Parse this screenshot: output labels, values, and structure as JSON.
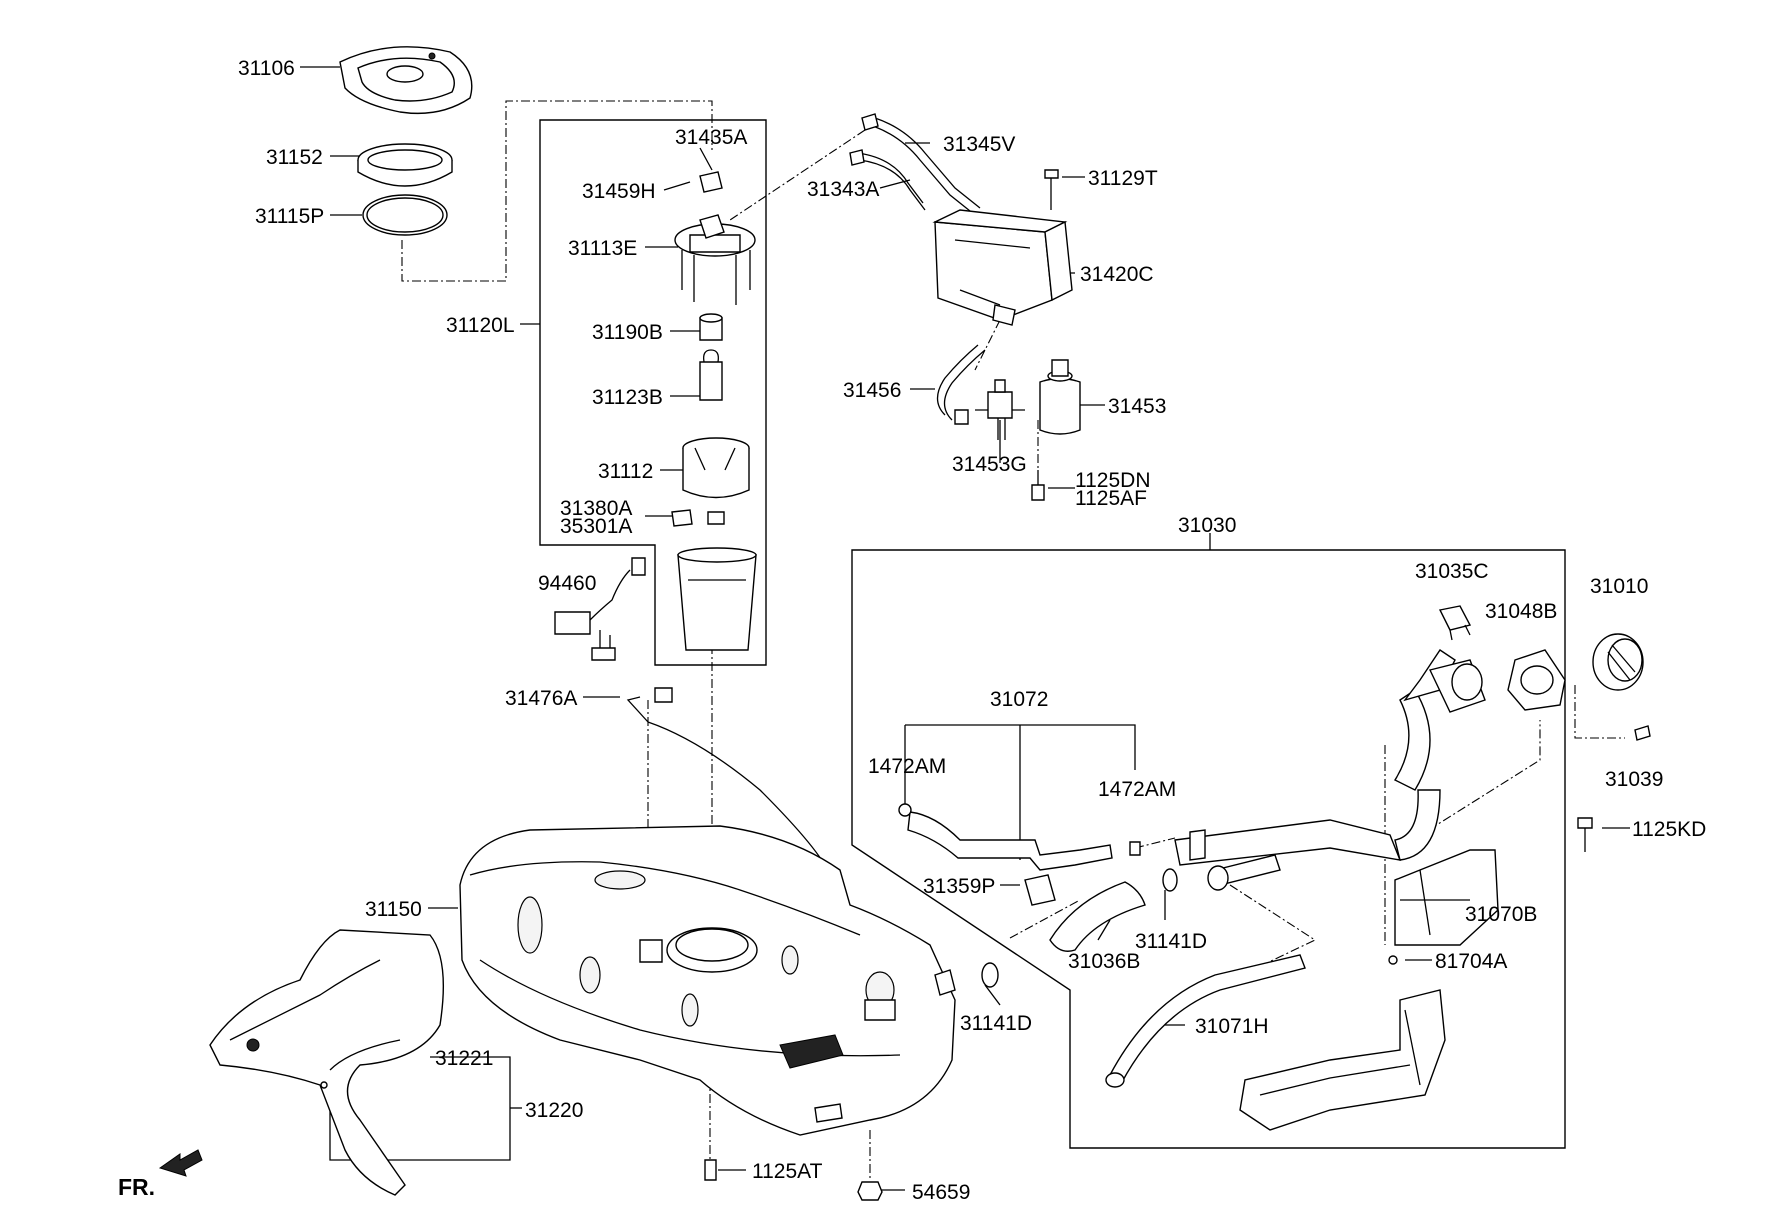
{
  "labels": {
    "p31106": "31106",
    "p31152": "31152",
    "p31115P": "31115P",
    "p31120L": "31120L",
    "p31435A": "31435A",
    "p31459H": "31459H",
    "p31113E": "31113E",
    "p31190B": "31190B",
    "p31123B": "31123B",
    "p31112": "31112",
    "p31380A": "31380A",
    "p35301A": "35301A",
    "p94460": "94460",
    "p31476A": "31476A",
    "p31345V": "31345V",
    "p31343A": "31343A",
    "p31129T": "31129T",
    "p31420C": "31420C",
    "p31456": "31456",
    "p31453": "31453",
    "p31453G": "31453G",
    "p1125DN": "1125DN",
    "p1125AF": "1125AF",
    "p31030": "31030",
    "p31035C": "31035C",
    "p31010": "31010",
    "p31048B": "31048B",
    "p31072": "31072",
    "p1472AM_a": "1472AM",
    "p1472AM_b": "1472AM",
    "p31039": "31039",
    "p1125KD": "1125KD",
    "p31359P": "31359P",
    "p31070B": "31070B",
    "p31141D_a": "31141D",
    "p31036B": "31036B",
    "p81704A": "81704A",
    "p31141D_b": "31141D",
    "p31071H": "31071H",
    "p31150": "31150",
    "p31221": "31221",
    "p31220": "31220",
    "p1125AT": "1125AT",
    "p54659": "54659",
    "fr": "FR."
  }
}
